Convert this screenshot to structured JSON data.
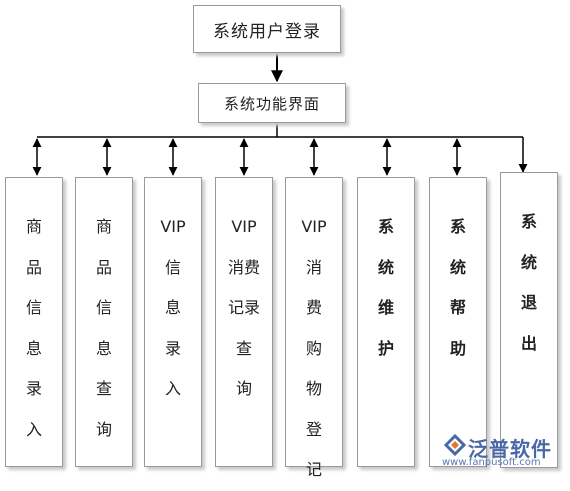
{
  "diagram": {
    "top_node": "系统用户登录",
    "mid_node": "系统功能界面",
    "modules": [
      {
        "label": "商\n品\n信\n息\n录\n入",
        "bold": false
      },
      {
        "label": "商\n品\n信\n息\n查\n询",
        "bold": false
      },
      {
        "label": "VIP\n信\n息\n录\n入",
        "bold": false
      },
      {
        "label": "VIP\n消费\n记录\n查\n询",
        "bold": false
      },
      {
        "label": "VIP\n消\n费\n购\n物\n登\n记",
        "bold": false
      },
      {
        "label": "系\n统\n维\n护",
        "bold": true
      },
      {
        "label": "系\n统\n帮\n助",
        "bold": true
      },
      {
        "label": "系\n统\n退\n出",
        "bold": true
      }
    ]
  },
  "watermark": {
    "brand": "泛普软件",
    "url": "www.fanpusoft.com",
    "color": "#4a68a5"
  }
}
